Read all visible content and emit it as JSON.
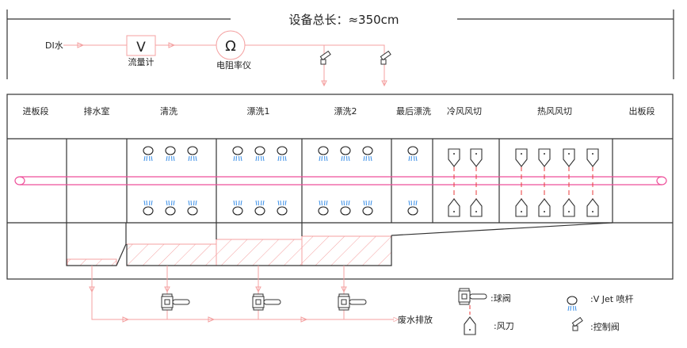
{
  "title": "设备总长：≈350cm",
  "inlet": {
    "source": "DI水",
    "flowmeter_symbol": "V",
    "flowmeter_label": "流量计",
    "resistivity_symbol": "Ω",
    "resistivity_label": "电阻率仪"
  },
  "sections": [
    "进板段",
    "排水室",
    "清洗",
    "漂洗1",
    "漂洗2",
    "最后漂洗",
    "冷风风切",
    "热风风切",
    "出板段"
  ],
  "drain_label": "废水排放",
  "legend": [
    {
      "icon": "ball-valve-icon",
      "label": ":球阀"
    },
    {
      "icon": "vjet-nozzle-icon",
      "label": ":V Jet 喷杆"
    },
    {
      "icon": "air-knife-icon",
      "label": ":风刀"
    },
    {
      "icon": "control-valve-icon",
      "label": ":控制阀"
    }
  ],
  "colors": {
    "pipe": "#f4a0a0",
    "conveyor": "#ee4f9a",
    "spray": "#3a8ee6",
    "outline": "#333333"
  }
}
